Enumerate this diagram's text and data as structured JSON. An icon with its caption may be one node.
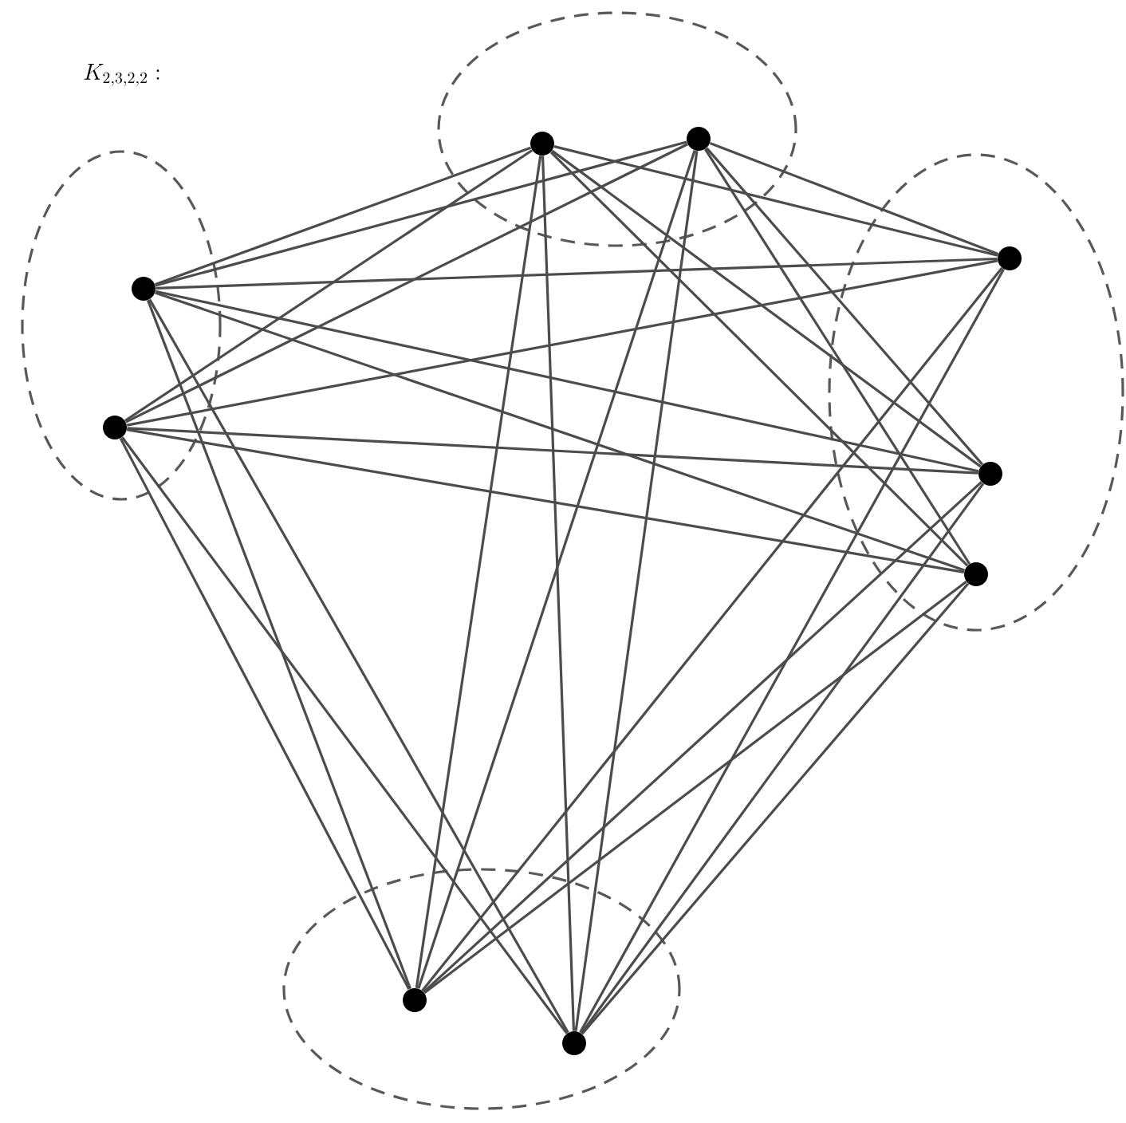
{
  "diagram": {
    "title": "K_{2,3,2,2}:",
    "nodes": [
      {
        "text": [],
        "shape": "circle"
      },
      {
        "text": [],
        "shape": "circle"
      },
      {
        "text": [],
        "shape": "circle"
      },
      {
        "text": [],
        "shape": "circle"
      },
      {
        "text": [],
        "shape": "circle"
      },
      {
        "text": [],
        "shape": "circle"
      },
      {
        "text": [],
        "shape": "circle"
      },
      {
        "text": [],
        "shape": "circle"
      },
      {
        "text": [],
        "shape": "circle"
      }
    ],
    "edges": [
      {
        "from": 0,
        "to": 2,
        "arrow": "none"
      },
      {
        "from": 0,
        "to": 3,
        "arrow": "none"
      },
      {
        "from": 0,
        "to": 4,
        "arrow": "none"
      },
      {
        "from": 0,
        "to": 5,
        "arrow": "none"
      },
      {
        "from": 0,
        "to": 6,
        "arrow": "none"
      },
      {
        "from": 0,
        "to": 7,
        "arrow": "none"
      },
      {
        "from": 0,
        "to": 8,
        "arrow": "none"
      },
      {
        "from": 1,
        "to": 2,
        "arrow": "none"
      },
      {
        "from": 1,
        "to": 3,
        "arrow": "none"
      },
      {
        "from": 1,
        "to": 4,
        "arrow": "none"
      },
      {
        "from": 1,
        "to": 5,
        "arrow": "none"
      },
      {
        "from": 1,
        "to": 6,
        "arrow": "none"
      },
      {
        "from": 1,
        "to": 7,
        "arrow": "none"
      },
      {
        "from": 1,
        "to": 8,
        "arrow": "none"
      },
      {
        "from": 2,
        "to": 4,
        "arrow": "none"
      },
      {
        "from": 2,
        "to": 5,
        "arrow": "none"
      },
      {
        "from": 2,
        "to": 6,
        "arrow": "none"
      },
      {
        "from": 2,
        "to": 7,
        "arrow": "none"
      },
      {
        "from": 2,
        "to": 8,
        "arrow": "none"
      },
      {
        "from": 3,
        "to": 4,
        "arrow": "none"
      },
      {
        "from": 3,
        "to": 5,
        "arrow": "none"
      },
      {
        "from": 3,
        "to": 6,
        "arrow": "none"
      },
      {
        "from": 3,
        "to": 7,
        "arrow": "none"
      },
      {
        "from": 3,
        "to": 8,
        "arrow": "none"
      },
      {
        "from": 4,
        "to": 7,
        "arrow": "none"
      },
      {
        "from": 4,
        "to": 8,
        "arrow": "none"
      },
      {
        "from": 5,
        "to": 7,
        "arrow": "none"
      },
      {
        "from": 5,
        "to": 8,
        "arrow": "none"
      },
      {
        "from": 6,
        "to": 7,
        "arrow": "none"
      },
      {
        "from": 6,
        "to": 8,
        "arrow": "none"
      }
    ]
  }
}
